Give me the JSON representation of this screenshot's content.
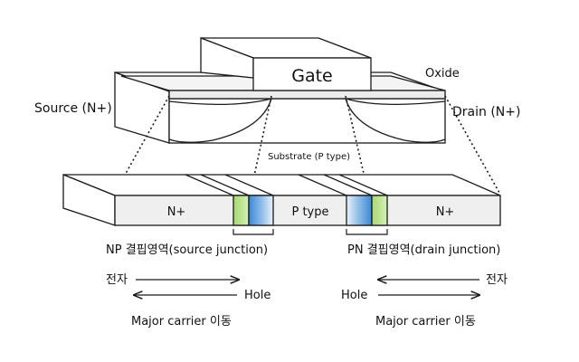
{
  "labels": {
    "gate": "Gate",
    "oxide": "Oxide",
    "source": "Source (N+)",
    "drain": "Drain (N+)",
    "substrate": "Substrate (P type)",
    "n_left": "N+",
    "p_type": "P type",
    "n_right": "N+",
    "np_junction": "NP 결핍영역(source junction)",
    "pn_junction": "PN 결핍영역(drain junction)",
    "electron_left": "전자",
    "hole_left": "Hole",
    "hole_right": "Hole",
    "electron_right": "전자",
    "major_left": "Major carrier 이동",
    "major_right": "Major carrier 이동"
  },
  "colors": {
    "line": "#1a1a1a",
    "gate_fill": "#ffffff",
    "body_fill": "#ffffff",
    "strip_fill": "#efefef",
    "depletion_green": "#b6e08a",
    "depletion_blue": "#2f7fd0"
  }
}
